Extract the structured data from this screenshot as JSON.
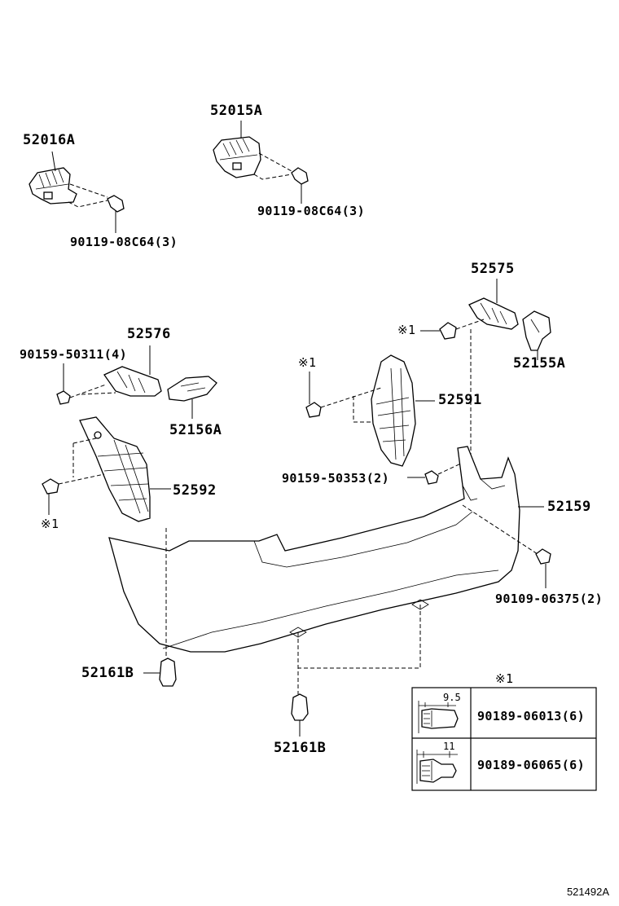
{
  "labels": {
    "p52016A": "52016A",
    "p52015A": "52015A",
    "p90119a": "90119-08C64(3)",
    "p90119b": "90119-08C64(3)",
    "p52575": "52575",
    "p52155A": "52155A",
    "p52576": "52576",
    "p90159_50311": "90159-50311(4)",
    "p52156A": "52156A",
    "p52591": "52591",
    "p90159_50353": "90159-50353(2)",
    "p52592": "52592",
    "p52159": "52159",
    "p90109": "90109-06375(2)",
    "p52161B_a": "52161B",
    "p52161B_b": "52161B",
    "note1_a": "※1",
    "note1_b": "※1",
    "note1_c": "※1"
  },
  "clip_table": {
    "title": "※1",
    "rows": [
      {
        "dimension": "9.5",
        "part_number": "90189-06013(6)"
      },
      {
        "dimension": "11",
        "part_number": "90189-06065(6)"
      }
    ]
  },
  "reference": "521492A"
}
